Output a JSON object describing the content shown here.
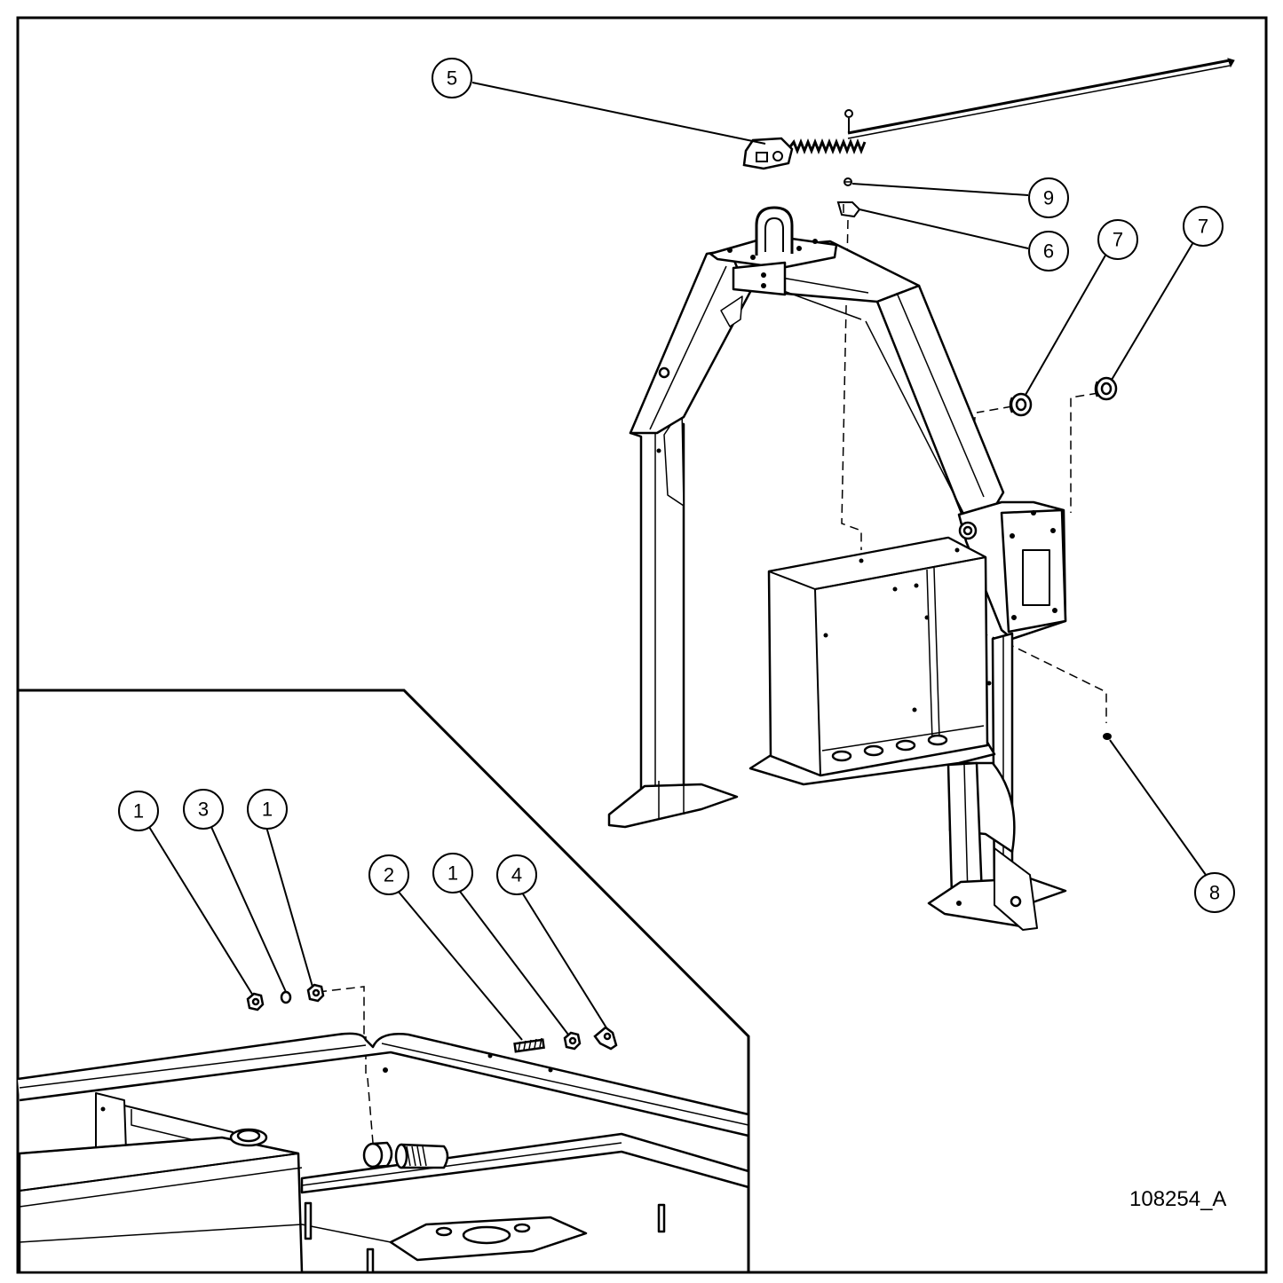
{
  "drawing_number": "108254_A",
  "callouts": [
    {
      "id": "c5",
      "label": "5"
    },
    {
      "id": "c9",
      "label": "9"
    },
    {
      "id": "c6",
      "label": "6"
    },
    {
      "id": "c7a",
      "label": "7"
    },
    {
      "id": "c7b",
      "label": "7"
    },
    {
      "id": "c8",
      "label": "8"
    },
    {
      "id": "c1a",
      "label": "1"
    },
    {
      "id": "c3",
      "label": "3"
    },
    {
      "id": "c1b",
      "label": "1"
    },
    {
      "id": "c2",
      "label": "2"
    },
    {
      "id": "c1c",
      "label": "1"
    },
    {
      "id": "c4",
      "label": "4"
    }
  ]
}
